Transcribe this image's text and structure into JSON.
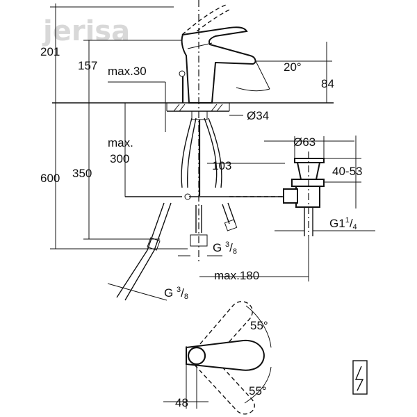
{
  "watermark": "jerisa",
  "dimensions": {
    "overall_height": "600",
    "spout_height_total": "201",
    "spout_height": "157",
    "deck_thickness_max": "max.30",
    "spout_angle": "20°",
    "spout_outlet_height": "84",
    "hole_diameter": "Ø34",
    "below_deck_max_label": "max.",
    "below_deck_max_value": "300",
    "hose_length": "350",
    "spout_reach": "103",
    "waste_diameter": "Ø63",
    "waste_height": "40-53",
    "waste_thread_prefix": "G1",
    "waste_thread_num": "1",
    "waste_thread_den": "4",
    "hose_thread_1_prefix": "G ",
    "hose_thread_1_num": "3",
    "hose_thread_1_den": "8",
    "hose_thread_2_prefix": "G ",
    "hose_thread_2_num": "3",
    "hose_thread_2_den": "8",
    "pull_rod_max": "max.180",
    "lever_angle_top": "55°",
    "lever_angle_bottom": "55°",
    "lever_offset": "48"
  },
  "icons": {
    "electrical_symbol": "lightning-box-icon"
  }
}
